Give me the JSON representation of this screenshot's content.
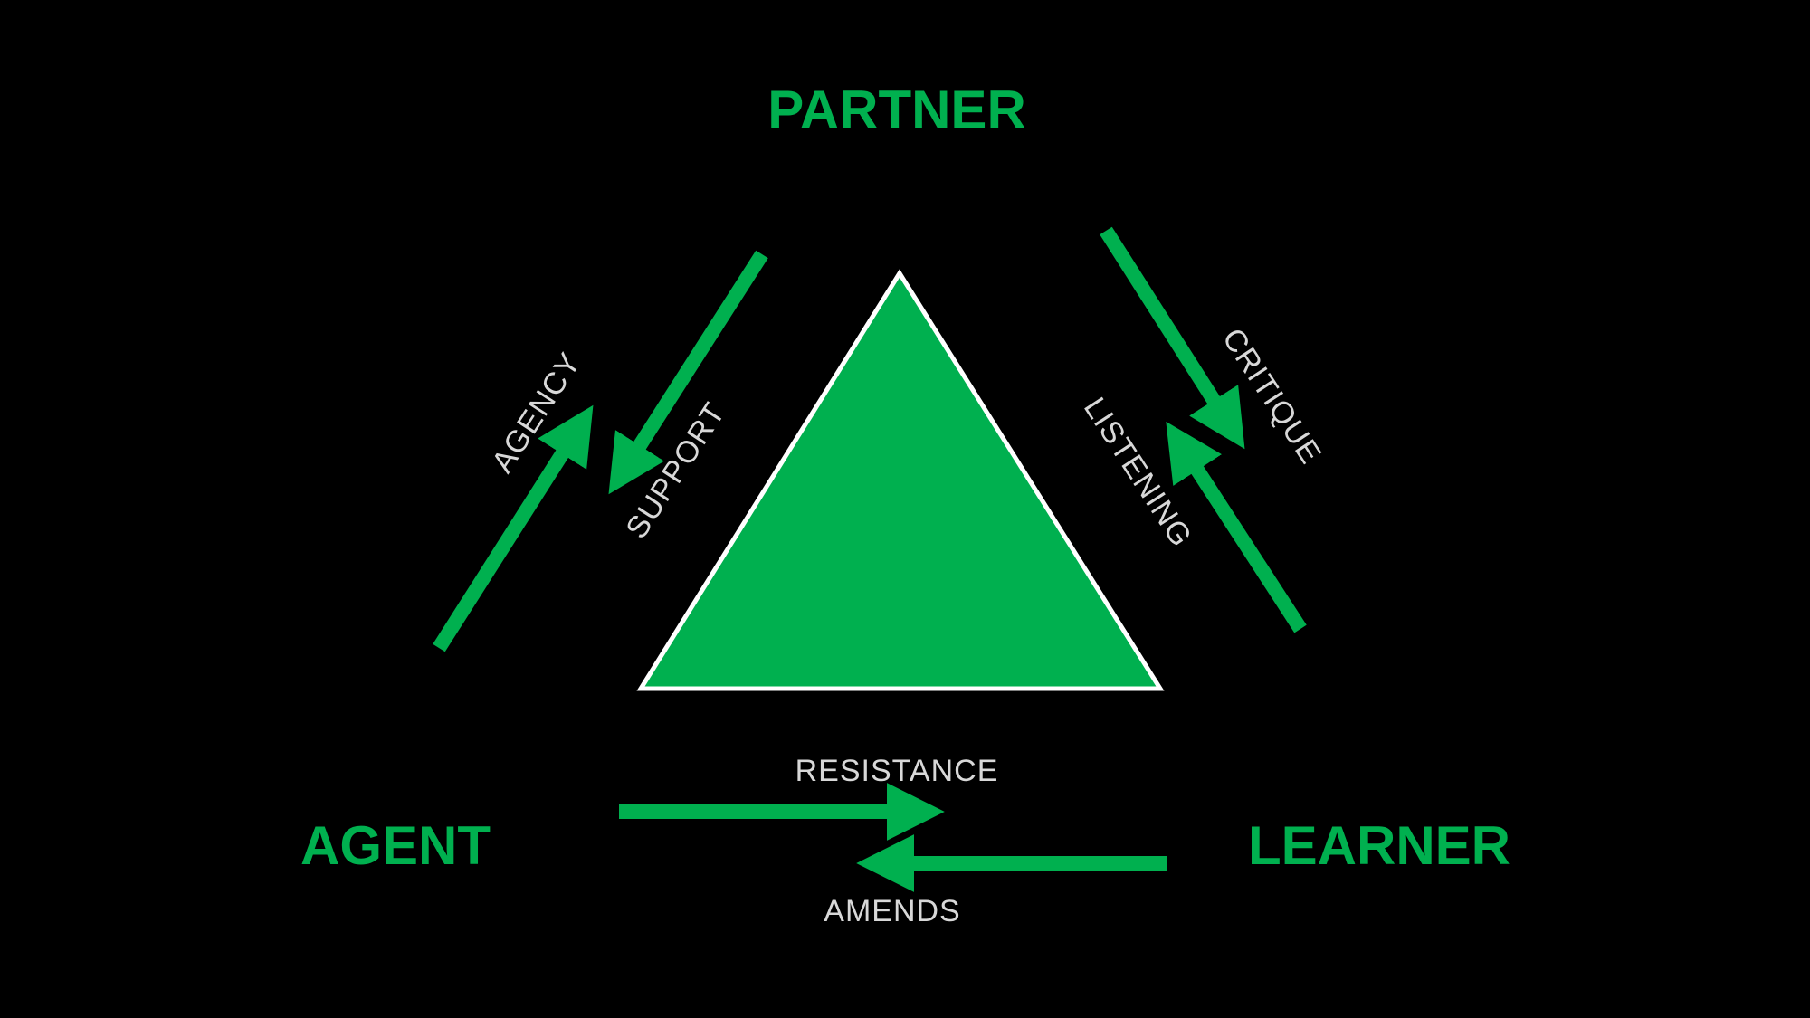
{
  "nodes": {
    "top": "PARTNER",
    "left": "AGENT",
    "right": "LEARNER"
  },
  "edges": {
    "agent_to_partner": "AGENCY",
    "partner_to_agent": "SUPPORT",
    "partner_to_learner": "CRITIQUE",
    "learner_to_partner": "LISTENING",
    "agent_to_learner": "RESISTANCE",
    "learner_to_agent": "AMENDS"
  },
  "colors": {
    "accent": "#00b04f",
    "background": "#000000",
    "label": "#d8d8d8"
  }
}
